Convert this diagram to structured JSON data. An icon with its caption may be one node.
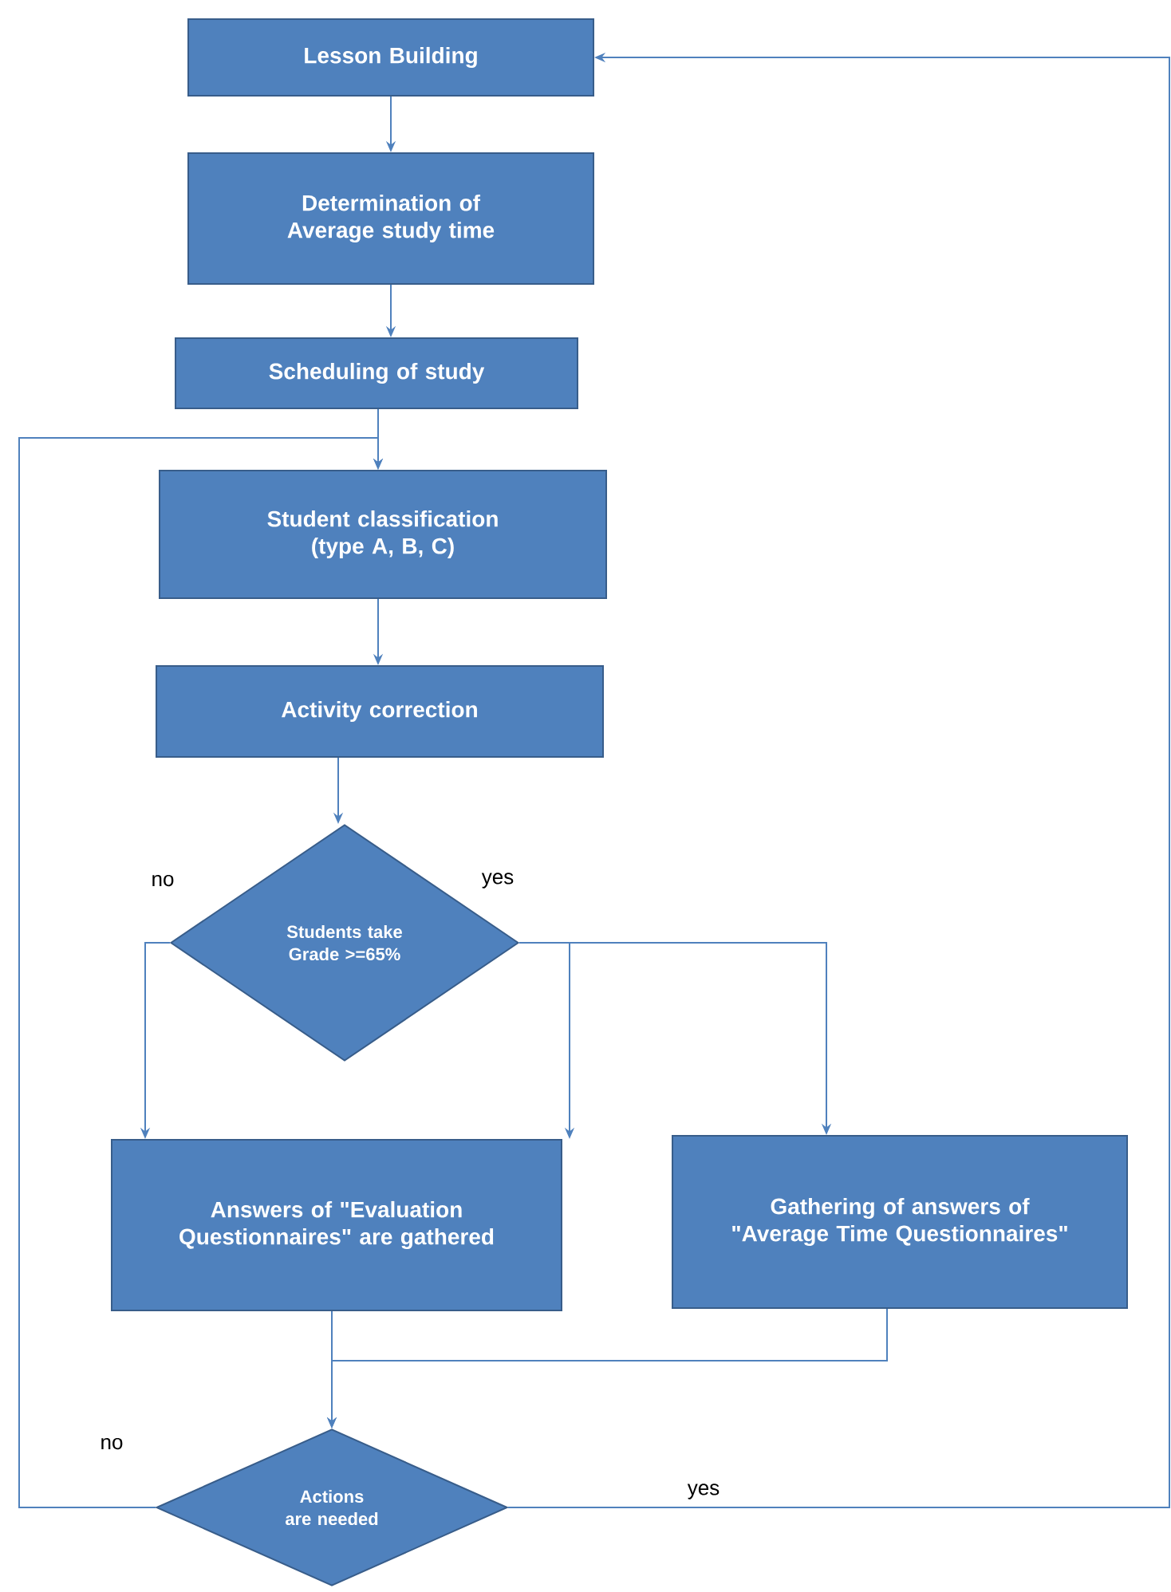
{
  "diagram": {
    "nodes": [
      {
        "text": [
          "Lesson Building"
        ]
      },
      {
        "text": [
          "Determination of Average study time"
        ]
      },
      {
        "text": [
          "Scheduling of study"
        ]
      },
      {
        "text": [
          "Student classification (type A, B, C)"
        ]
      },
      {
        "text": [
          "Activity correction"
        ]
      },
      {
        "text": [
          "Students take Grade >=65%"
        ]
      },
      {
        "text": [
          "Answers of \"Evaluation Questionnaires\"  are gathered"
        ]
      },
      {
        "text": [
          "Gathering of answers  of \"Average Time Questionnaires\""
        ]
      },
      {
        "text": [
          "Actions are needed"
        ]
      }
    ],
    "edges": [
      {
        "from": 0,
        "to": 1,
        "arrow": "to"
      },
      {
        "from": 1,
        "to": 2,
        "arrow": "to"
      },
      {
        "from": 2,
        "to": 3,
        "arrow": "to"
      },
      {
        "from": 3,
        "to": 4,
        "arrow": "to"
      },
      {
        "from": 4,
        "to": 5,
        "arrow": "to"
      },
      {
        "from": 5,
        "to": 6,
        "arrow": "to",
        "label": "no"
      },
      {
        "from": 5,
        "to": 6,
        "arrow": "to",
        "label": "yes"
      },
      {
        "from": 5,
        "to": 7,
        "arrow": "to"
      },
      {
        "from": 6,
        "to": 8,
        "arrow": "to"
      },
      {
        "from": 7,
        "to": 8,
        "arrow": "to"
      },
      {
        "from": 8,
        "to": 3,
        "arrow": "to",
        "label": "no"
      },
      {
        "from": 8,
        "to": 0,
        "arrow": "to",
        "label": "yes"
      }
    ]
  }
}
